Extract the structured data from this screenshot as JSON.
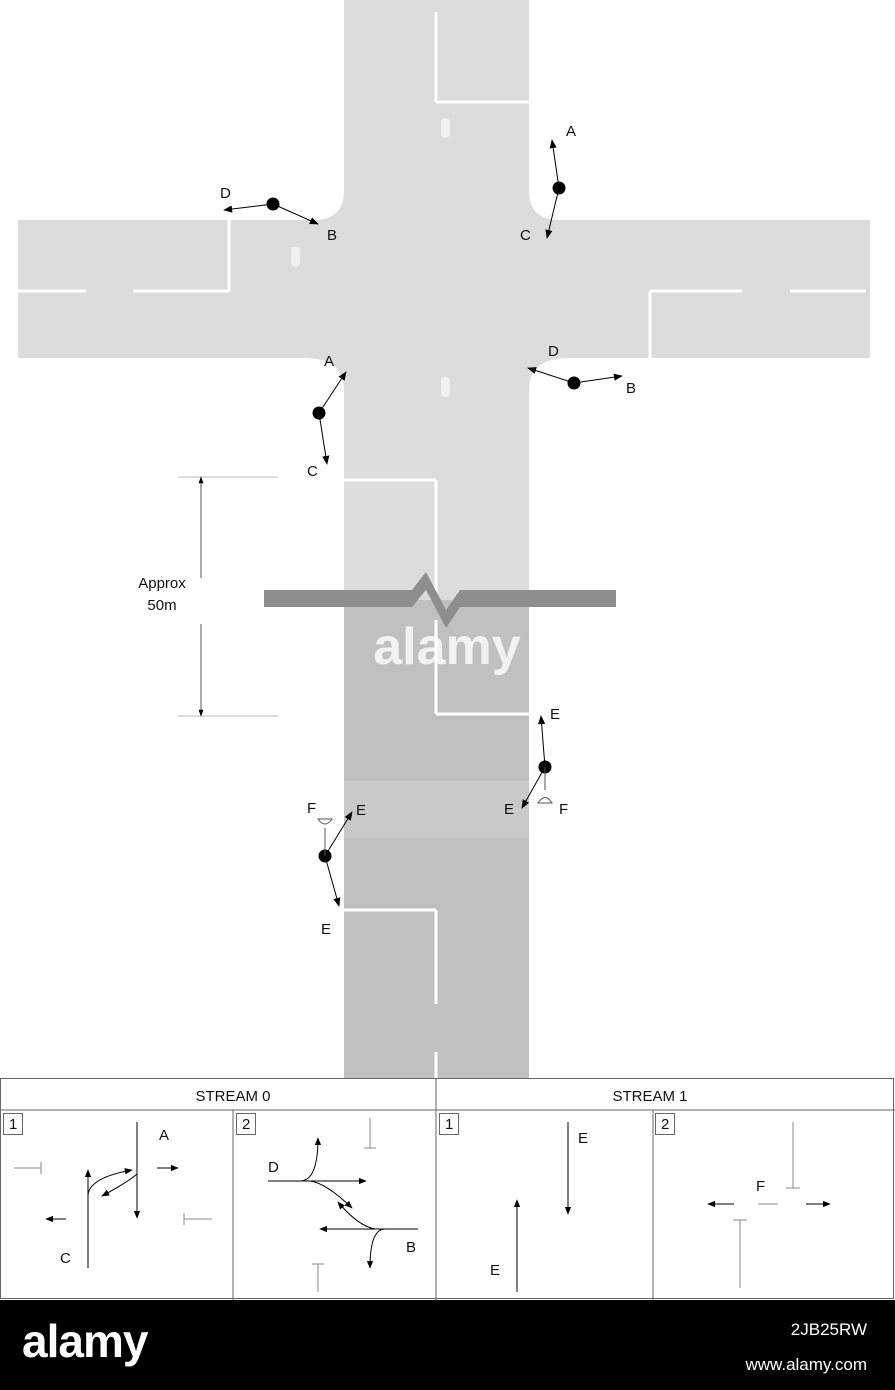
{
  "junction": {
    "labels": {
      "ne_a": "A",
      "ne_c": "C",
      "nw_d": "D",
      "nw_b": "B",
      "sw_a": "A",
      "sw_c": "C",
      "se_d": "D",
      "se_b": "B",
      "crossing_e_top": "E",
      "crossing_e_left": "E",
      "crossing_f_right": "F",
      "crossing_f_left": "F",
      "crossing_e_upper": "E",
      "crossing_e_lower": "E"
    },
    "distance_line1": "Approx",
    "distance_line2": "50m",
    "watermark": "alamy"
  },
  "stages": {
    "streams": [
      {
        "title": "STREAM 0",
        "phases": [
          {
            "number": "1",
            "labels": [
              "A",
              "C"
            ]
          },
          {
            "number": "2",
            "labels": [
              "D",
              "B"
            ]
          }
        ]
      },
      {
        "title": "STREAM 1",
        "phases": [
          {
            "number": "1",
            "labels": [
              "E",
              "E"
            ]
          },
          {
            "number": "2",
            "labels": [
              "F"
            ]
          }
        ]
      }
    ]
  },
  "footer": {
    "brand": "alamy",
    "image_code": "2JB25RW",
    "website": "www.alamy.com"
  }
}
